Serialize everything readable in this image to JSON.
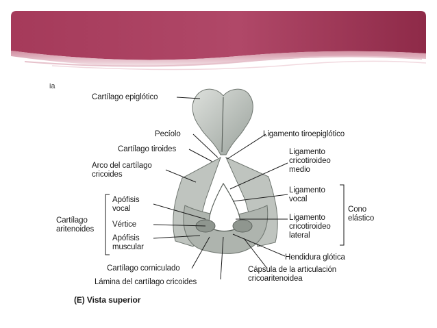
{
  "colors": {
    "banner_dark": "#8e2a48",
    "banner_mid": "#b8566f",
    "banner_light": "#e9c7d0",
    "bone_fill": "#c9cdc9",
    "bone_shadow": "#7f8781",
    "leader_line": "#1a1a1a"
  },
  "figure": {
    "corner_fragment": "ia",
    "caption": "(E) Vista superior",
    "labels": {
      "cartilago_epiglotico": "Cartílago epiglótico",
      "peciolo": "Pecíolo",
      "cartilago_tiroides": "Cartílago tiroides",
      "arco_cricoides": "Arco del cartílago\ncricoides",
      "apofisis_vocal": "Apófisis\nvocal",
      "vertice": "Vértice",
      "apofisis_muscular": "Apófisis\nmuscular",
      "cartilago_aritenoides": "Cartílago\naritenoides",
      "cartilago_corniculado": "Cartílago corniculado",
      "lamina_cricoides": "Lámina del cartílago cricoides",
      "ligamento_tiroepiglotico": "Ligamento tiroepiglótico",
      "ligamento_cricotiroideo_medio": "Ligamento\ncricotiroideo\nmedio",
      "ligamento_vocal": "Ligamento\nvocal",
      "ligamento_cricotiroideo_lateral": "Ligamento\ncricotiroideo\nlateral",
      "cono_elastico": "Cono\nelástico",
      "hendidura_glotica": "Hendidura glótica",
      "capsula_articulacion": "Cápsula de la articulación\ncricoaritenoidea"
    }
  }
}
